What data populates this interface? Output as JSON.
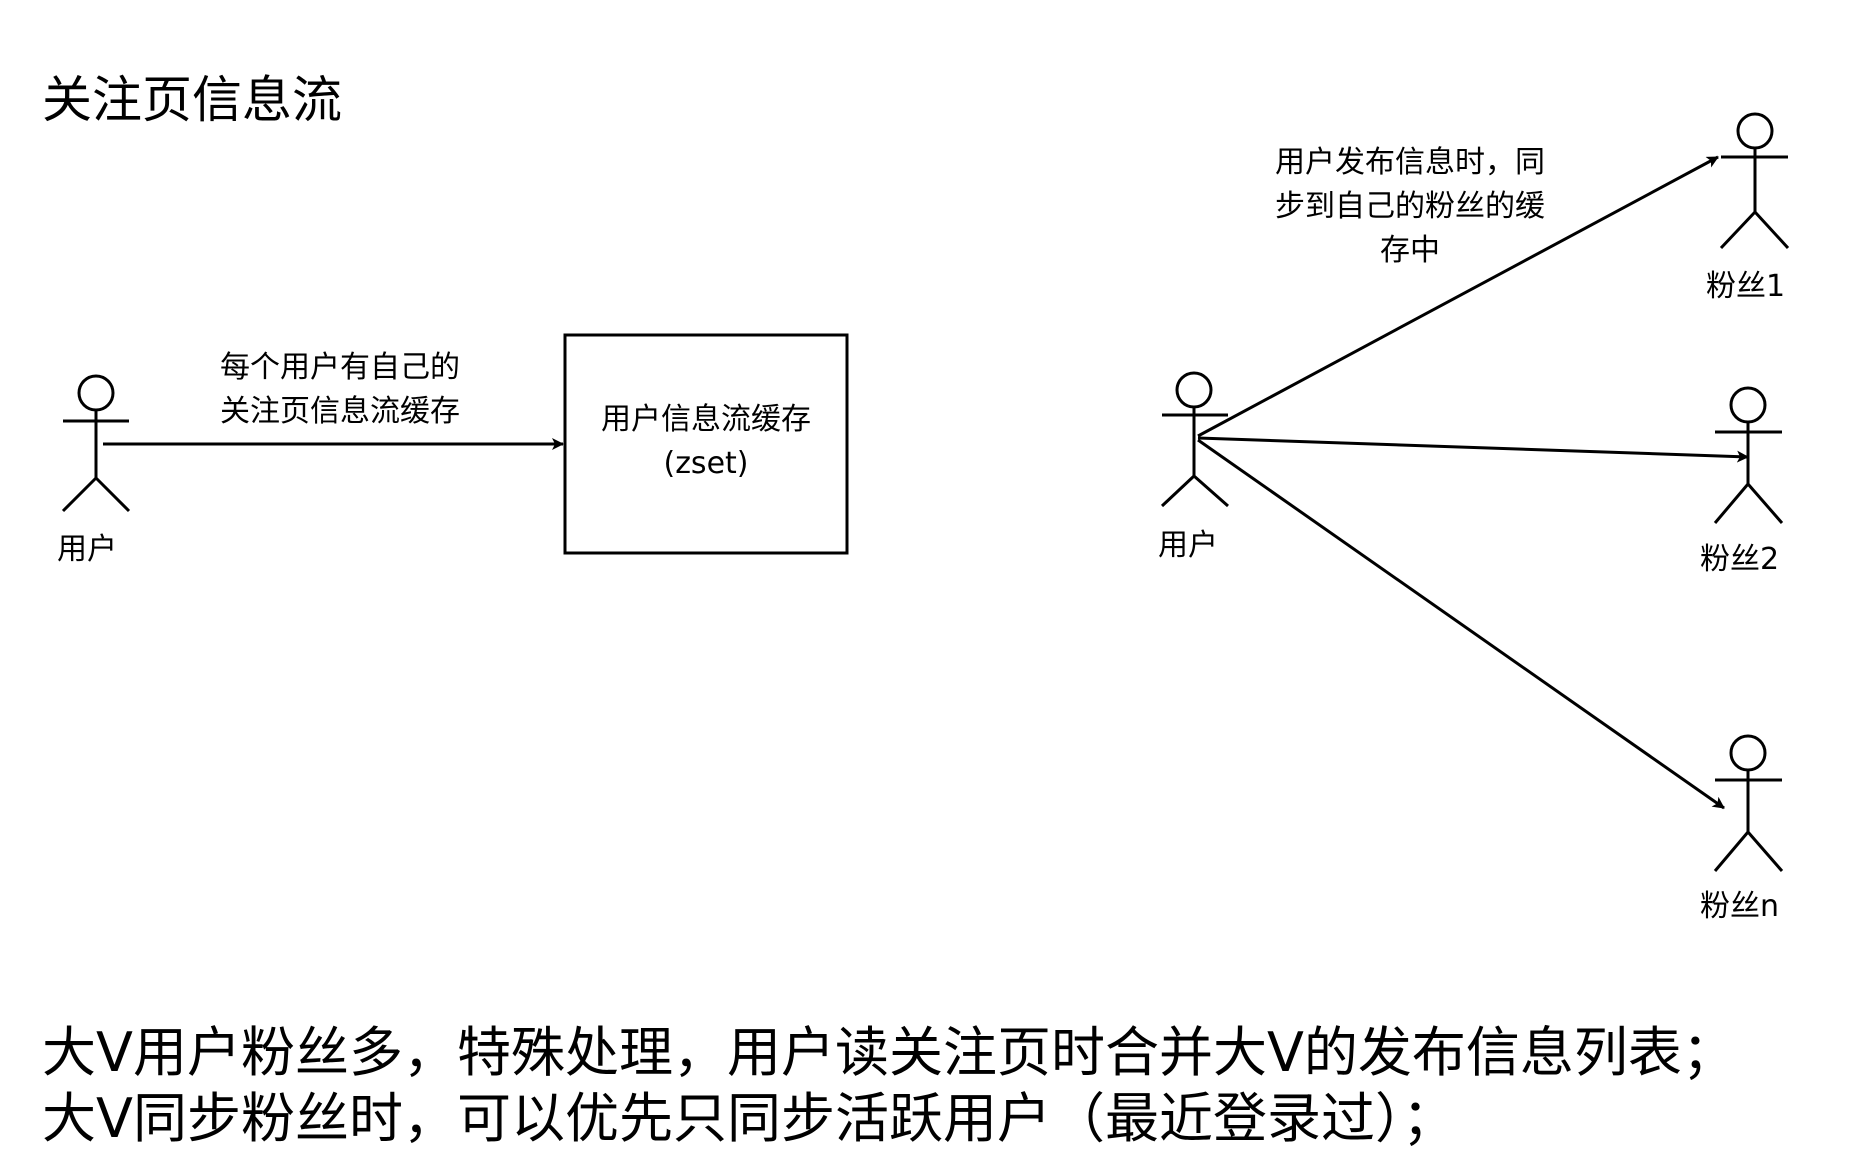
{
  "title": "关注页信息流",
  "left": {
    "actor_label": "用户",
    "edge_label": [
      "每个用户有自己的",
      "关注页信息流缓存"
    ],
    "box": [
      "用户信息流缓存",
      "(zset)"
    ]
  },
  "right": {
    "actor_label": "用户",
    "edge_label": [
      "用户发布信息时，同",
      "步到自己的粉丝的缓",
      "存中"
    ],
    "fans": [
      "粉丝1",
      "粉丝2",
      "粉丝n"
    ]
  },
  "notes": [
    "大V用户粉丝多，特殊处理，用户读关注页时合并大V的发布信息列表；",
    "大V同步粉丝时，可以优先只同步活跃用户（最近登录过）；"
  ]
}
